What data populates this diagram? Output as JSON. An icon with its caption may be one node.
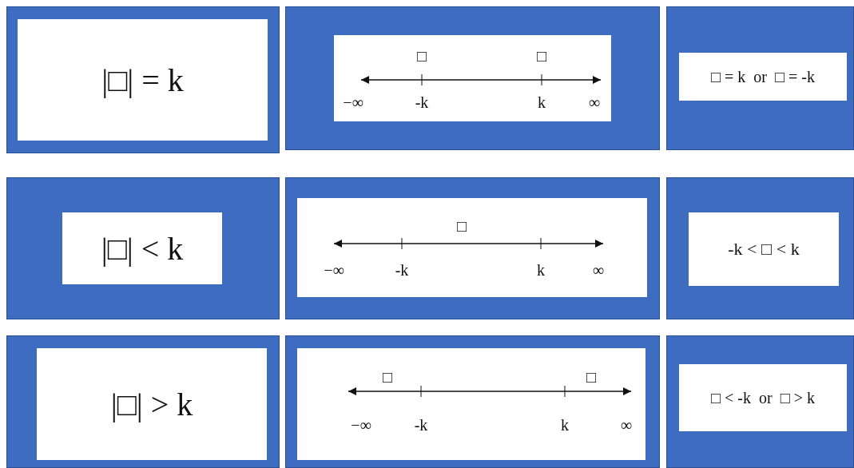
{
  "diagram": {
    "nodes": [
      {
        "text": [
          "|□| = k"
        ]
      },
      {
        "text": [
          "□",
          "□",
          "−∞",
          "-k",
          "k",
          "∞"
        ]
      },
      {
        "text": [
          "□ = k  or  □ = -k"
        ]
      },
      {
        "text": [
          "|□| < k"
        ]
      },
      {
        "text": [
          "□",
          "−∞",
          "-k",
          "k",
          "∞"
        ]
      },
      {
        "text": [
          "-k < □ < k"
        ]
      },
      {
        "text": [
          "|□| > k"
        ]
      },
      {
        "text": [
          "□",
          "□",
          "−∞",
          "-k",
          "k",
          "∞"
        ]
      },
      {
        "text": [
          "□ < -k  or  □ > k"
        ]
      }
    ],
    "edges": []
  }
}
